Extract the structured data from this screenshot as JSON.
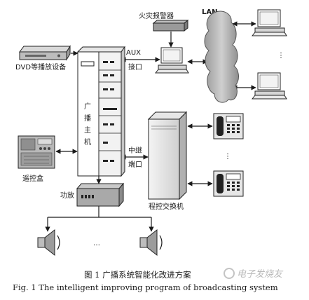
{
  "labels": {
    "fire_alarm": "火灾报警器",
    "lan": "LAN",
    "aux": "AUX",
    "aux_port": "接口",
    "dvd": "DVD等播放设备",
    "host_c1": "广",
    "host_c2": "播",
    "host_c3": "主",
    "host_c4": "机",
    "trunk": "中继",
    "trunk_port": "端口",
    "remote": "遥控盒",
    "amp": "功放",
    "pbx": "程控交换机",
    "dots_speakers": "…",
    "dots_pc": "⋮",
    "dots_phone": "⋮"
  },
  "caption": {
    "cn": "图 1   广播系统智能化改进方案",
    "en": "Fig. 1    The intelligent improving program of broadcasting system"
  },
  "watermark": "电子发烧友"
}
